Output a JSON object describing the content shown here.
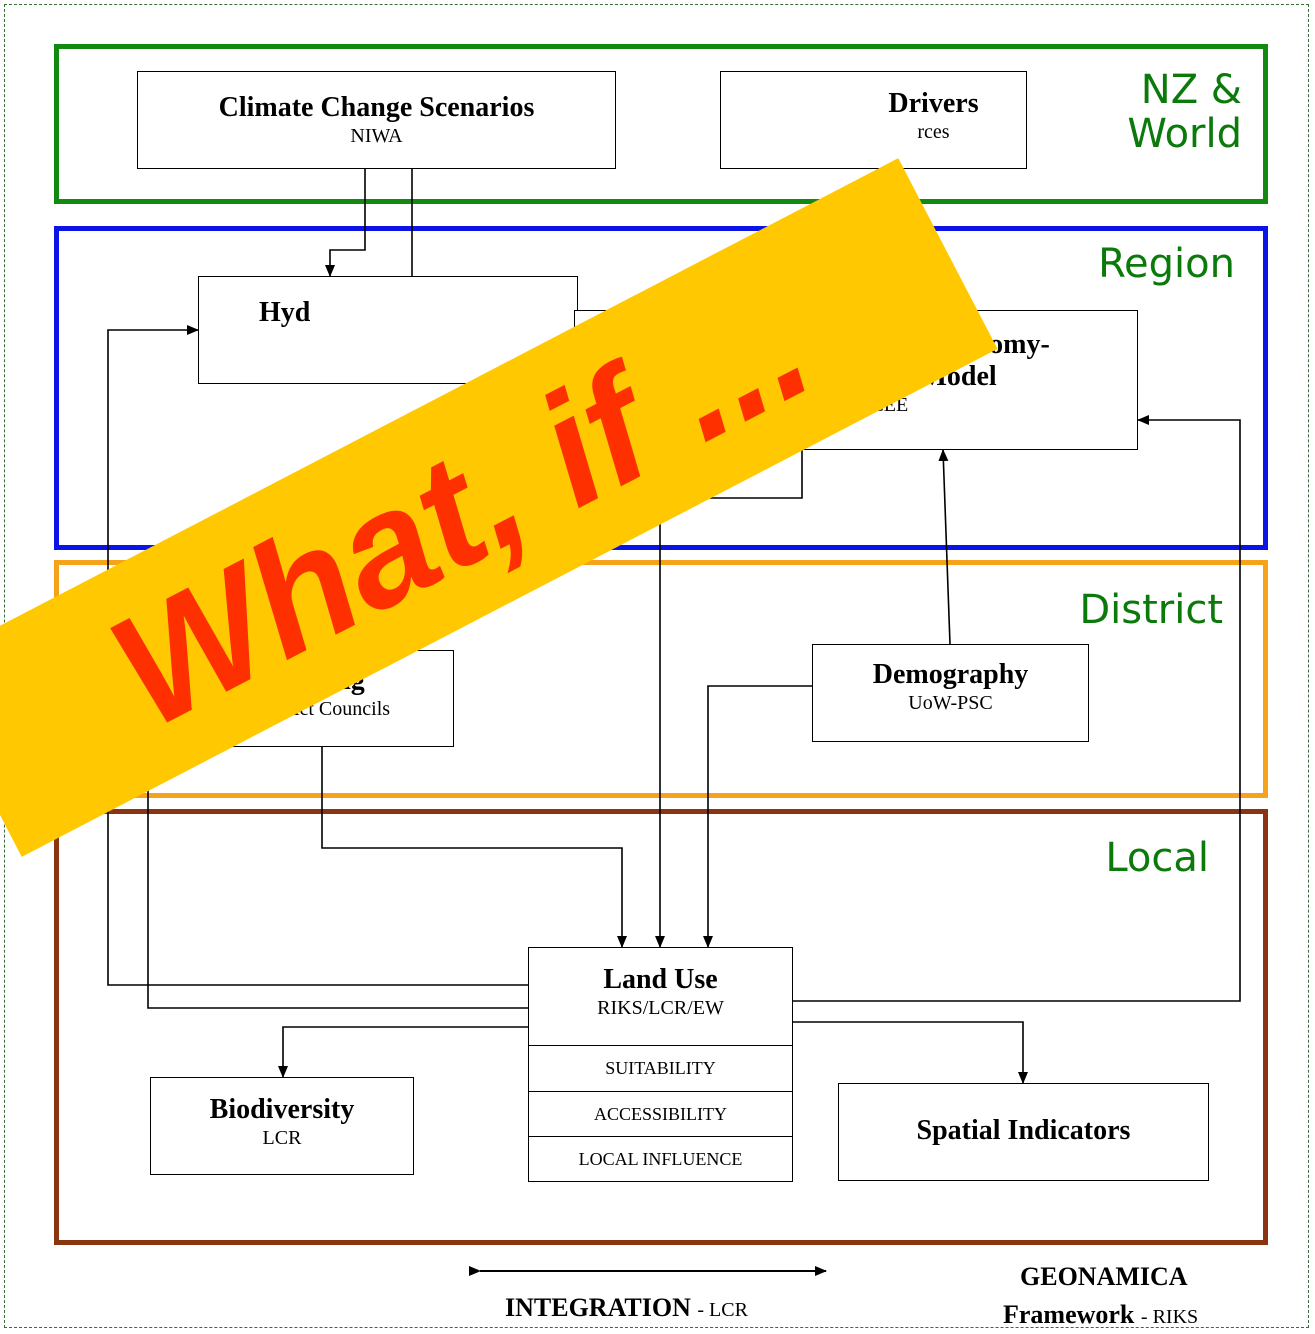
{
  "zones": {
    "world": {
      "label_line1": "NZ &",
      "label_line2": "World",
      "color": "#128a12"
    },
    "region": {
      "label": "Region",
      "color": "#0a14e6"
    },
    "district": {
      "label": "District",
      "color": "#f5a31a"
    },
    "local": {
      "label": "Local",
      "color": "#8b3412"
    }
  },
  "boxes": {
    "climate": {
      "title": "Climate Change Scenarios",
      "source": "NIWA"
    },
    "drivers": {
      "title": "Drivers",
      "source": "rces"
    },
    "hydro": {
      "title": "Hyd"
    },
    "economy": {
      "title_line1": "o Region Dynamic Economy-",
      "title_line2": "Environment Model",
      "source": "NZCEE"
    },
    "zoning": {
      "title": "Zoning",
      "source": "District Councils"
    },
    "demography": {
      "title": "Demography",
      "source": "UoW-PSC"
    },
    "landuse": {
      "title": "Land Use",
      "source": "RIKS/LCR/EW",
      "components": [
        "SUITABILITY",
        "ACCESSIBILITY",
        "LOCAL INFLUENCE"
      ]
    },
    "biodiversity": {
      "title": "Biodiversity",
      "source": "LCR"
    },
    "spatial": {
      "title": "Spatial Indicators"
    }
  },
  "banner": {
    "text": "What, if ...",
    "background": "#ffc800",
    "text_color": "#ff3000"
  },
  "footer": {
    "integration_title": "INTEGRATION",
    "integration_source": "- LCR",
    "geonamica_line1": "GEONAMICA",
    "geonamica_line2": "Framework",
    "geonamica_source": "- RIKS"
  }
}
